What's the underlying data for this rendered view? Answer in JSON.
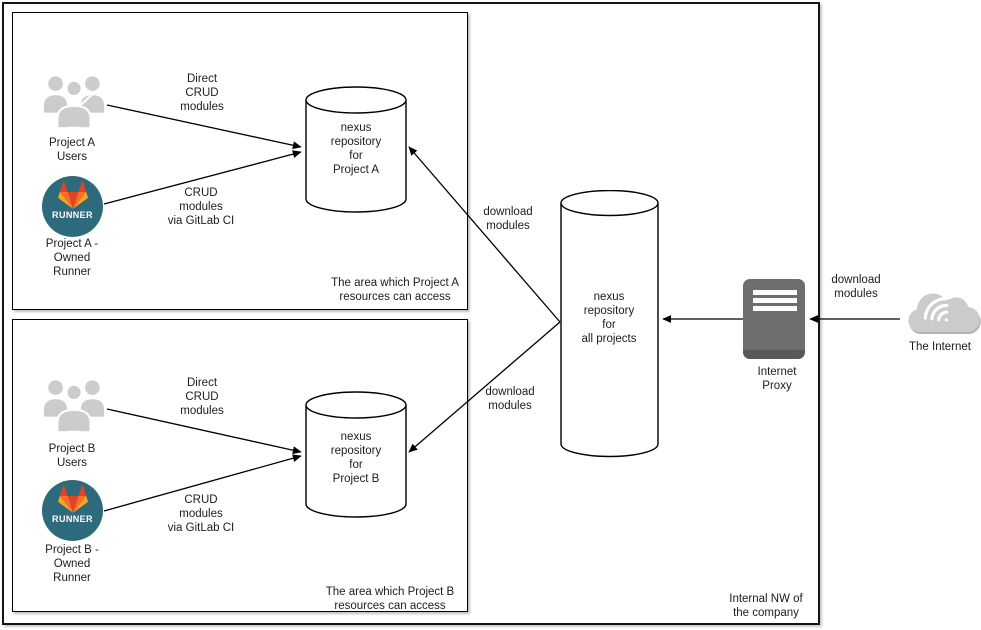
{
  "zones": {
    "internal_nw": {
      "label": "Internal NW of\nthe company"
    },
    "area_a": {
      "label": "The area which Project A\nresources can access"
    },
    "area_b": {
      "label": "The area which Project B\nresources can access"
    }
  },
  "nodes": {
    "users_a": {
      "label": "Project A\nUsers"
    },
    "runner_a": {
      "label": "Project A -\nOwned\nRunner",
      "badge": "RUNNER"
    },
    "repo_a": {
      "label": "nexus\nrepository\nfor\nProject A"
    },
    "users_b": {
      "label": "Project B\nUsers"
    },
    "runner_b": {
      "label": "Project B -\nOwned\nRunner",
      "badge": "RUNNER"
    },
    "repo_b": {
      "label": "nexus\nrepository\nfor\nProject B"
    },
    "repo_all": {
      "label": "nexus\nrepository\nfor\nall projects"
    },
    "proxy": {
      "label": "Internet\nProxy"
    },
    "internet": {
      "label": "The Internet"
    }
  },
  "edges": {
    "direct_crud_a": {
      "label": "Direct\nCRUD\nmodules"
    },
    "crud_ci_a": {
      "label": "CRUD\nmodules\nvia GitLab CI"
    },
    "download_a": {
      "label": "download\nmodules"
    },
    "direct_crud_b": {
      "label": "Direct\nCRUD\nmodules"
    },
    "crud_ci_b": {
      "label": "CRUD\nmodules\nvia GitLab CI"
    },
    "download_b": {
      "label": "download\nmodules"
    },
    "download_internet": {
      "label": "download\nmodules"
    }
  },
  "colors": {
    "runner_bg": "#2d6a7b",
    "tanuki_red": "#e24329",
    "tanuki_orange": "#fc6d26",
    "tanuki_yellow": "#fca326",
    "proxy_gray": "#6e6e6e",
    "cloud_gray": "#cbcbcb",
    "users_gray": "#cccccc",
    "line_black": "#000000"
  }
}
